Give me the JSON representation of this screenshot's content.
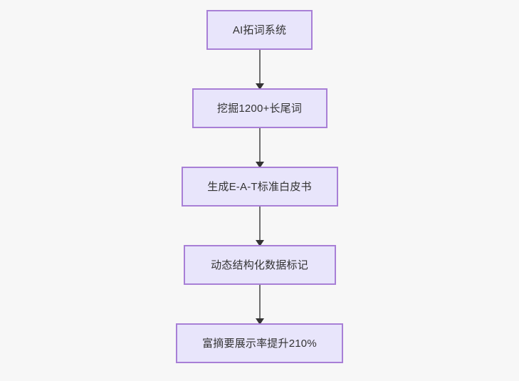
{
  "diagram": {
    "type": "flowchart",
    "direction": "top-to-bottom",
    "background_color": "#f7f7f7",
    "node_fill_color": "#e8e5fb",
    "node_border_color": "#a87fd6",
    "node_text_color": "#333333",
    "connector_color": "#707070",
    "arrowhead_color": "#333333",
    "nodes": [
      {
        "id": "n1",
        "label": "AI拓词系统"
      },
      {
        "id": "n2",
        "label": "挖掘1200+长尾词"
      },
      {
        "id": "n3",
        "label": "生成E-A-T标准白皮书"
      },
      {
        "id": "n4",
        "label": "动态结构化数据标记"
      },
      {
        "id": "n5",
        "label": "富摘要展示率提升210%"
      }
    ],
    "edges": [
      {
        "from": "n1",
        "to": "n2",
        "label": ""
      },
      {
        "from": "n2",
        "to": "n3",
        "label": ""
      },
      {
        "from": "n3",
        "to": "n4",
        "label": ""
      },
      {
        "from": "n4",
        "to": "n5",
        "label": ""
      }
    ]
  }
}
